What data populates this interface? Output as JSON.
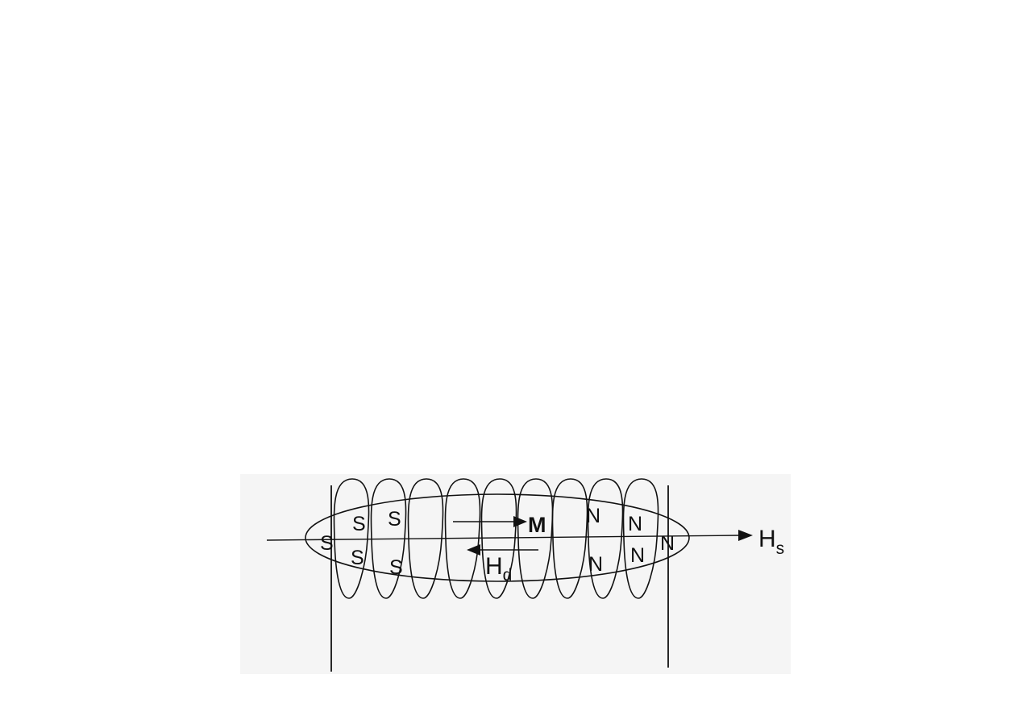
{
  "diagram": {
    "pole_labels": {
      "south": "S",
      "north": "N"
    },
    "magnetization_label": "M",
    "demag_field": {
      "main": "H",
      "subscript": "d"
    },
    "applied_field": {
      "main": "H",
      "subscript": "s"
    }
  },
  "colors": {
    "ink": "#111111",
    "panel": "#f5f5f5",
    "background": "#ffffff"
  }
}
